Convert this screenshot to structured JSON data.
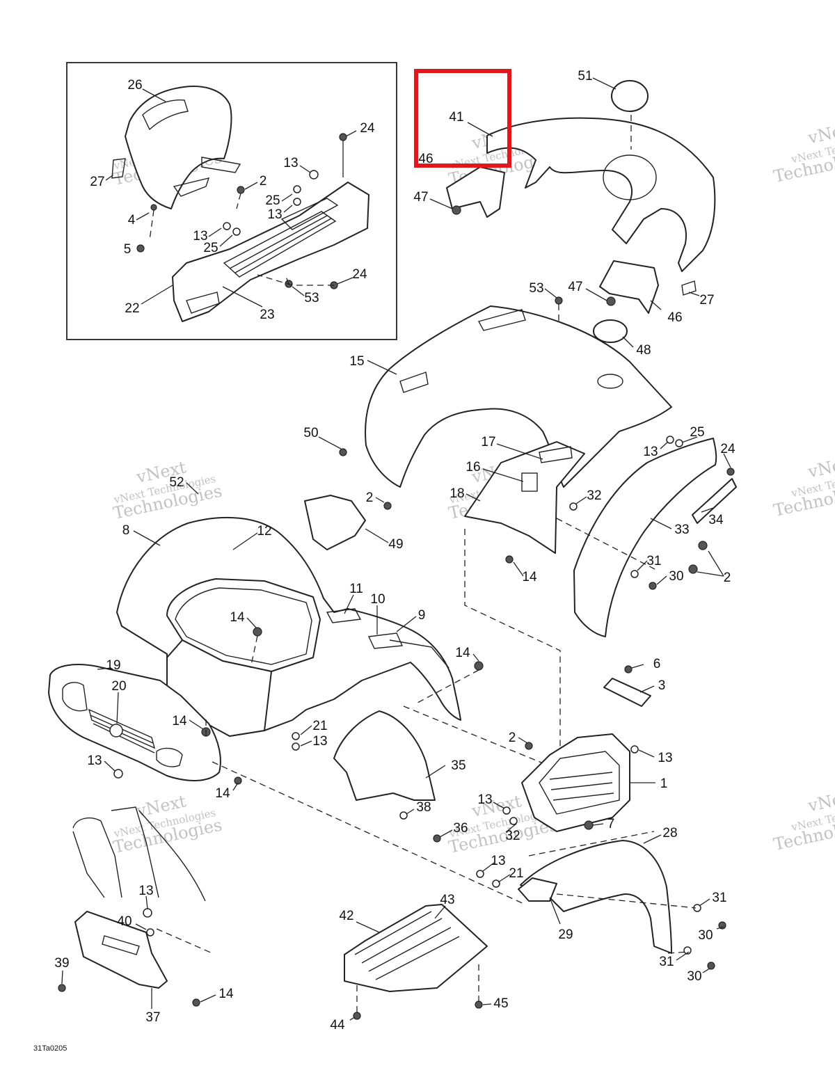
{
  "drawing_code": "31Ta0205",
  "watermark": {
    "brand": "vNext",
    "name": "vNext Technologies",
    "word": "Technologies"
  },
  "highlight": {
    "callout": "41",
    "color": "#e3161b"
  },
  "callouts": [
    {
      "id": "c26",
      "label": "26"
    },
    {
      "id": "c24a",
      "label": "24"
    },
    {
      "id": "c27a",
      "label": "27"
    },
    {
      "id": "c13a",
      "label": "13"
    },
    {
      "id": "c2a",
      "label": "2"
    },
    {
      "id": "c25a",
      "label": "25"
    },
    {
      "id": "c13b",
      "label": "13"
    },
    {
      "id": "c4",
      "label": "4"
    },
    {
      "id": "c13c",
      "label": "13"
    },
    {
      "id": "c25b",
      "label": "25"
    },
    {
      "id": "c5",
      "label": "5"
    },
    {
      "id": "c24b",
      "label": "24"
    },
    {
      "id": "c53a",
      "label": "53"
    },
    {
      "id": "c22",
      "label": "22"
    },
    {
      "id": "c23",
      "label": "23"
    },
    {
      "id": "c51",
      "label": "51"
    },
    {
      "id": "c41",
      "label": "41"
    },
    {
      "id": "c46a",
      "label": "46"
    },
    {
      "id": "c47a",
      "label": "47"
    },
    {
      "id": "c53b",
      "label": "53"
    },
    {
      "id": "c47b",
      "label": "47"
    },
    {
      "id": "c27b",
      "label": "27"
    },
    {
      "id": "c46b",
      "label": "46"
    },
    {
      "id": "c48",
      "label": "48"
    },
    {
      "id": "c15",
      "label": "15"
    },
    {
      "id": "c50",
      "label": "50"
    },
    {
      "id": "c17",
      "label": "17"
    },
    {
      "id": "c25c",
      "label": "25"
    },
    {
      "id": "c13d",
      "label": "13"
    },
    {
      "id": "c24c",
      "label": "24"
    },
    {
      "id": "c16",
      "label": "16"
    },
    {
      "id": "c52",
      "label": "52"
    },
    {
      "id": "c18",
      "label": "18"
    },
    {
      "id": "c2b",
      "label": "2"
    },
    {
      "id": "c32a",
      "label": "32"
    },
    {
      "id": "c34",
      "label": "34"
    },
    {
      "id": "c49",
      "label": "49"
    },
    {
      "id": "c8",
      "label": "8"
    },
    {
      "id": "c12",
      "label": "12"
    },
    {
      "id": "c33",
      "label": "33"
    },
    {
      "id": "c14a",
      "label": "14"
    },
    {
      "id": "c31a",
      "label": "31"
    },
    {
      "id": "c30a",
      "label": "30"
    },
    {
      "id": "c2c",
      "label": "2"
    },
    {
      "id": "c11",
      "label": "11"
    },
    {
      "id": "c10",
      "label": "10"
    },
    {
      "id": "c14b",
      "label": "14"
    },
    {
      "id": "c9",
      "label": "9"
    },
    {
      "id": "c14c",
      "label": "14"
    },
    {
      "id": "c6",
      "label": "6"
    },
    {
      "id": "c19",
      "label": "19"
    },
    {
      "id": "c3",
      "label": "3"
    },
    {
      "id": "c20",
      "label": "20"
    },
    {
      "id": "c14d",
      "label": "14"
    },
    {
      "id": "c21a",
      "label": "21"
    },
    {
      "id": "c13e",
      "label": "13"
    },
    {
      "id": "c2d",
      "label": "2"
    },
    {
      "id": "c13f",
      "label": "13"
    },
    {
      "id": "c13g",
      "label": "13"
    },
    {
      "id": "c35",
      "label": "35"
    },
    {
      "id": "c1",
      "label": "1"
    },
    {
      "id": "c14e",
      "label": "14"
    },
    {
      "id": "c13h",
      "label": "13"
    },
    {
      "id": "c38",
      "label": "38"
    },
    {
      "id": "c7",
      "label": "7"
    },
    {
      "id": "c36",
      "label": "36"
    },
    {
      "id": "c32b",
      "label": "32"
    },
    {
      "id": "c28",
      "label": "28"
    },
    {
      "id": "c13i",
      "label": "13"
    },
    {
      "id": "c21b",
      "label": "21"
    },
    {
      "id": "c13j",
      "label": "13"
    },
    {
      "id": "c31b",
      "label": "31"
    },
    {
      "id": "c43",
      "label": "43"
    },
    {
      "id": "c42",
      "label": "42"
    },
    {
      "id": "c40",
      "label": "40"
    },
    {
      "id": "c30b",
      "label": "30"
    },
    {
      "id": "c29",
      "label": "29"
    },
    {
      "id": "c39",
      "label": "39"
    },
    {
      "id": "c31c",
      "label": "31"
    },
    {
      "id": "c30c",
      "label": "30"
    },
    {
      "id": "c14f",
      "label": "14"
    },
    {
      "id": "c45",
      "label": "45"
    },
    {
      "id": "c37",
      "label": "37"
    },
    {
      "id": "c44",
      "label": "44"
    }
  ]
}
